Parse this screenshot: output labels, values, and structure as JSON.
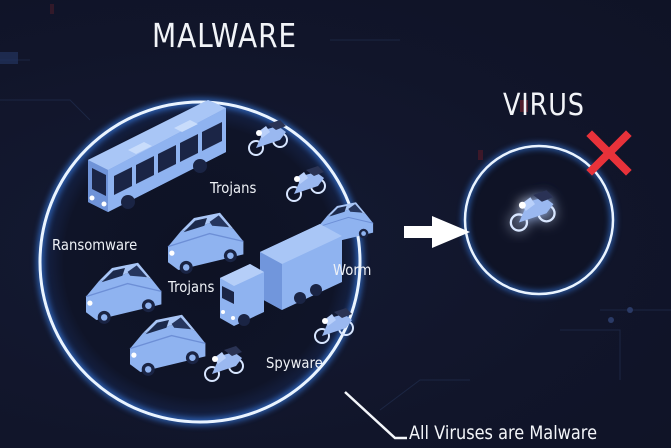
{
  "diagram": {
    "malware_set": {
      "title": "MALWARE",
      "labels": {
        "trojans_top": "Trojans",
        "ransomware": "Ransomware",
        "trojans_middle": "Trojans",
        "worm": "Worm",
        "spyware": "Spyware"
      },
      "vehicles": [
        "bus-icon",
        "motorcycle-icon",
        "motorcycle-icon",
        "car-icon",
        "car-icon",
        "car-icon",
        "truck-icon",
        "car-icon",
        "motorcycle-icon",
        "motorcycle-icon"
      ]
    },
    "virus_set": {
      "title": "VIRUS",
      "vehicles": [
        "motorcycle-icon"
      ],
      "mark": "red-x-icon"
    },
    "relation_arrow": "arrow-right-icon",
    "caption": "All Viruses are Malware"
  },
  "colors": {
    "background": "#121628",
    "ring": "#e8f3ff",
    "glow": "#3c8cff",
    "vehicle": "#8fb3f0",
    "vehicle_dark": "#5c7fc4",
    "cross": "#e8323a",
    "text": "#f2f4f8"
  }
}
